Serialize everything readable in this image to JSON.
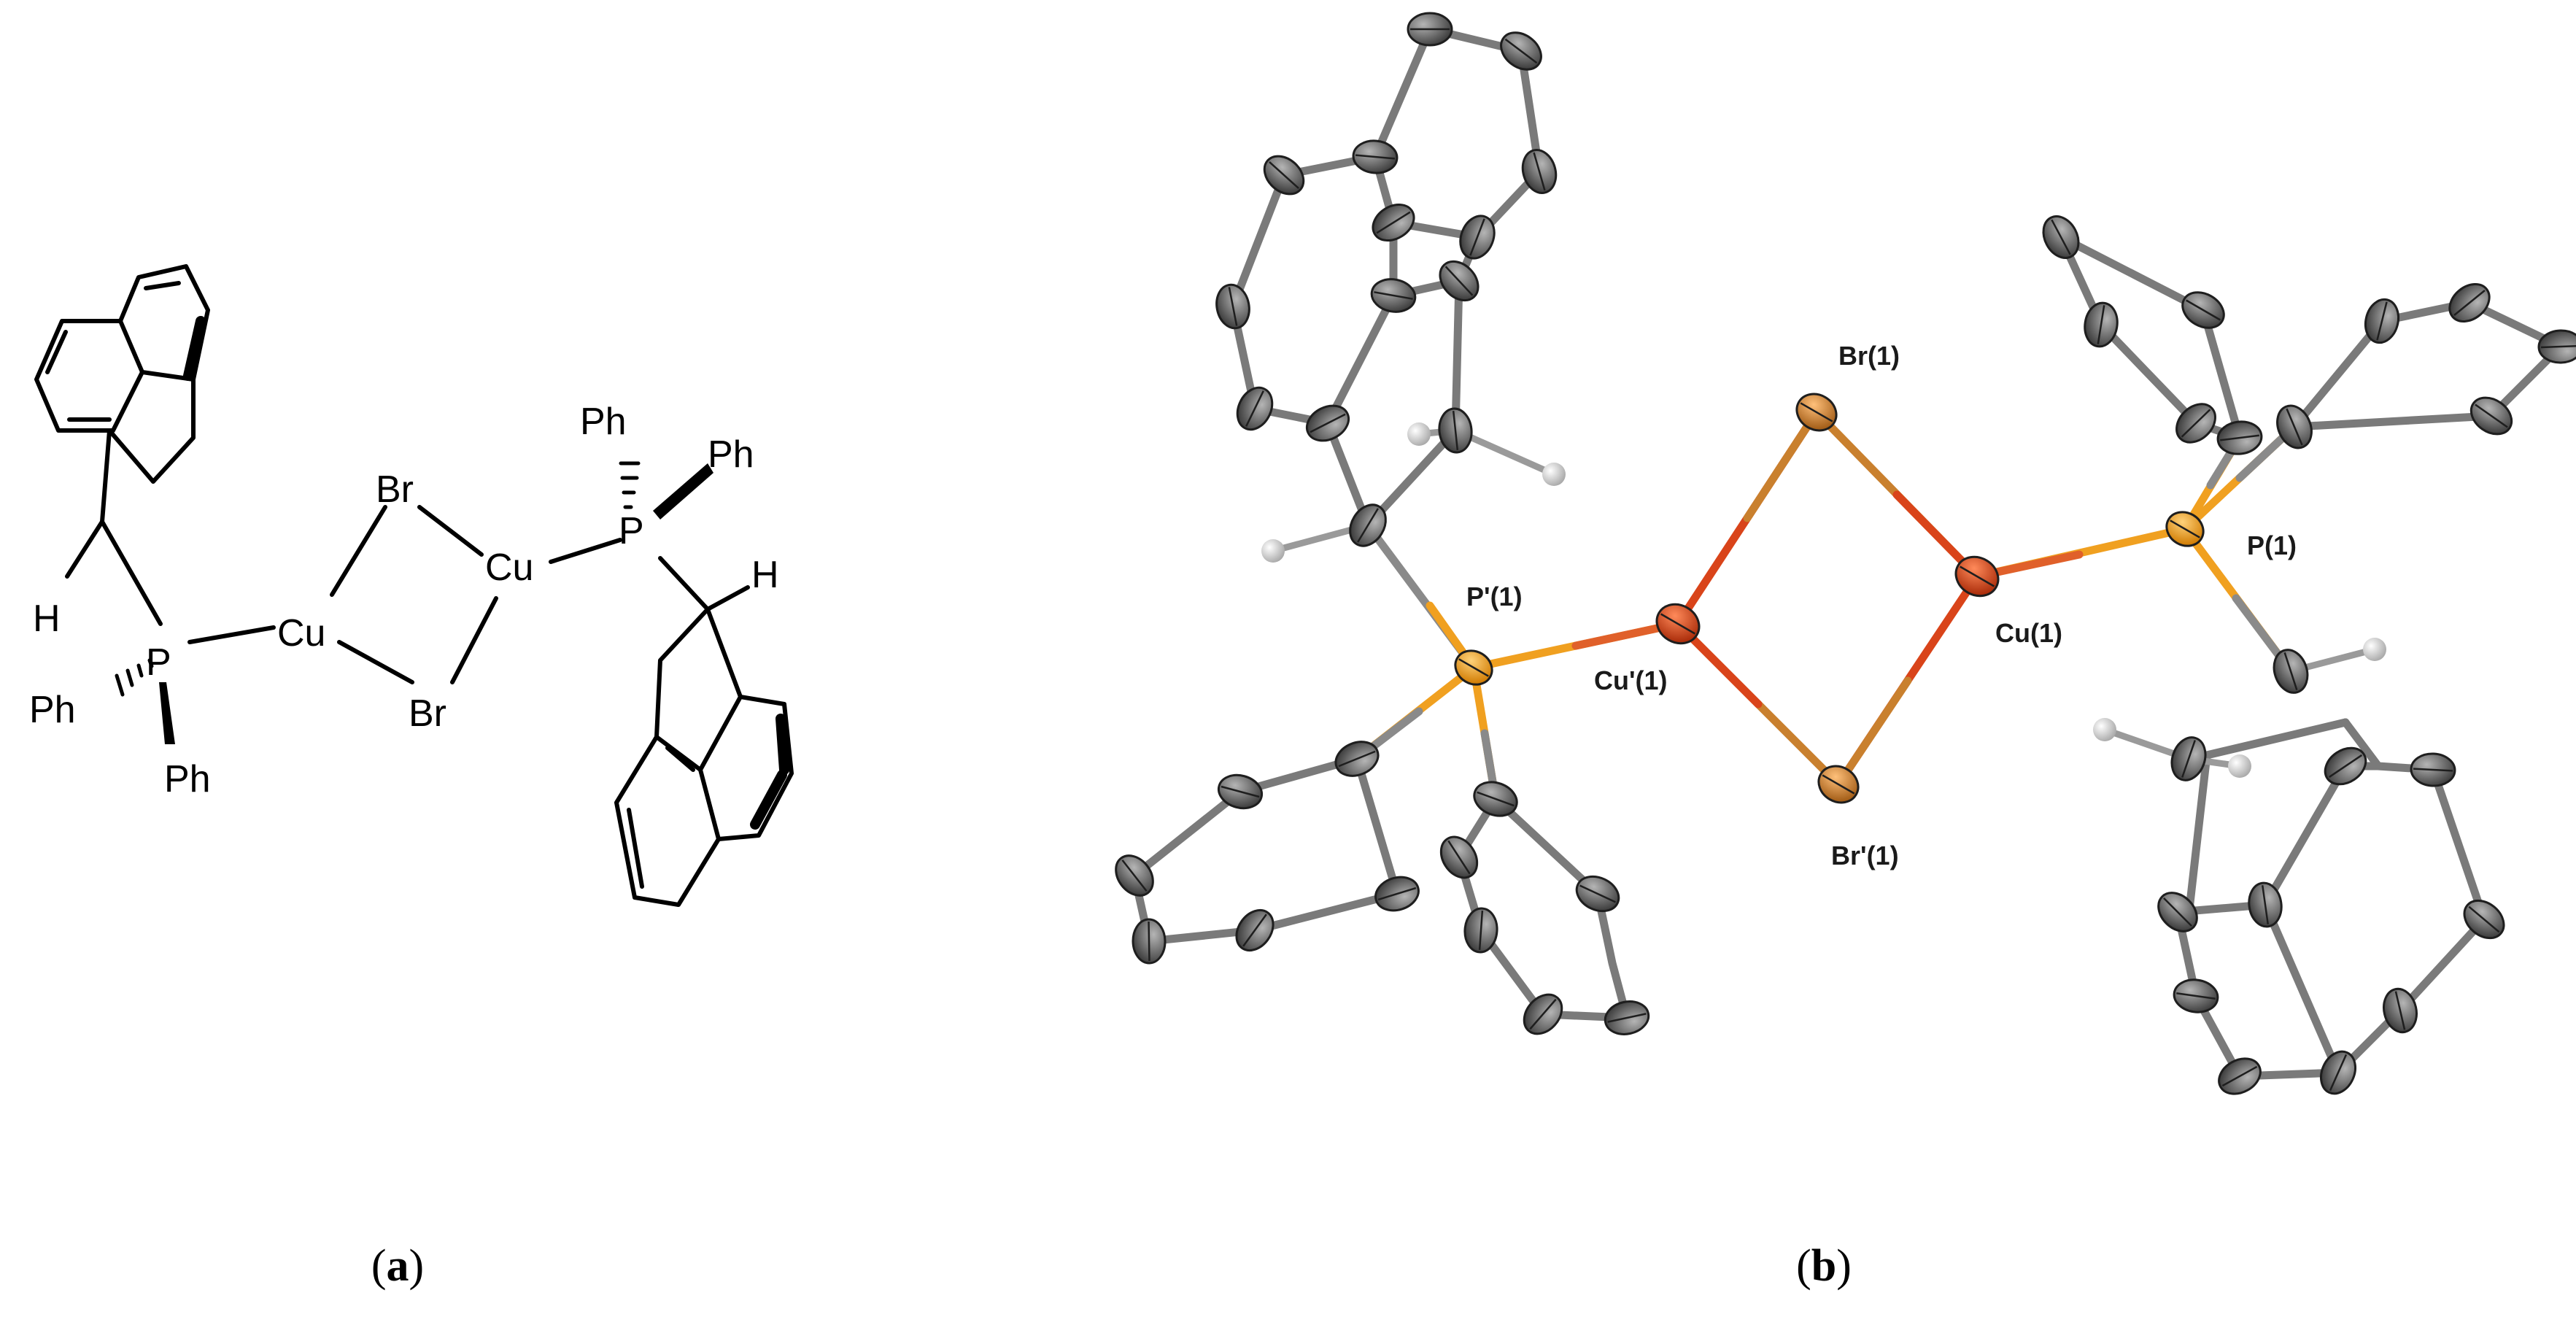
{
  "panel_a": {
    "label_open": "(",
    "label_letter": "a",
    "label_close": ")",
    "atoms": {
      "br_top": "Br",
      "br_bottom": "Br",
      "cu_left": "Cu",
      "cu_right": "Cu",
      "p_left": "P",
      "p_right": "P",
      "h_left": "H",
      "h_right": "H",
      "ph_left_a": "Ph",
      "ph_left_b": "Ph",
      "ph_right_a": "Ph",
      "ph_right_b": "Ph"
    }
  },
  "panel_b": {
    "label_open": "(",
    "label_letter": "b",
    "label_close": ")",
    "atom_labels": {
      "br1": "Br(1)",
      "br1p": "Br'(1)",
      "cu1": "Cu(1)",
      "cu1p": "Cu'(1)",
      "p1": "P(1)",
      "p1p": "P'(1)"
    }
  },
  "colors": {
    "carbon": "#6e6e6e",
    "bond": "#7a7a7a",
    "hydrogen": "#dcdcdc",
    "phosphorus": "#f0a020",
    "copper": "#d9441a",
    "bromine": "#c9802e"
  }
}
